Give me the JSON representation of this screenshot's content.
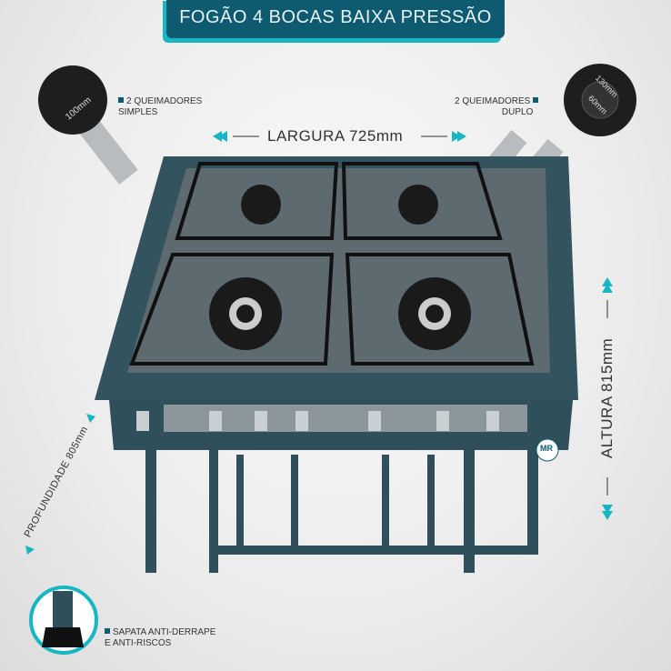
{
  "title": "FOGÃO 4 BOCAS BAIXA PRESSÃO",
  "features": {
    "simple_burners": {
      "line1": "2 QUEIMADORES",
      "line2": "SIMPLES",
      "size": "100mm"
    },
    "double_burners": {
      "line1": "2 QUEIMADORES",
      "line2": "DUPLO",
      "outer_size": "130mm",
      "inner_size": "60mm"
    },
    "feet": {
      "line1": "SAPATA ANTI-DERRAPE",
      "line2": "E ANTI-RISCOS"
    }
  },
  "dimensions": {
    "width": "LARGURA 725mm",
    "height": "ALTURA 815mm",
    "depth": "PROFUNDIDADE 805mm"
  },
  "brand_logo": "MR",
  "colors": {
    "primary": "#0e5a70",
    "accent": "#18b5c3",
    "stove": "#2f4f5a"
  }
}
